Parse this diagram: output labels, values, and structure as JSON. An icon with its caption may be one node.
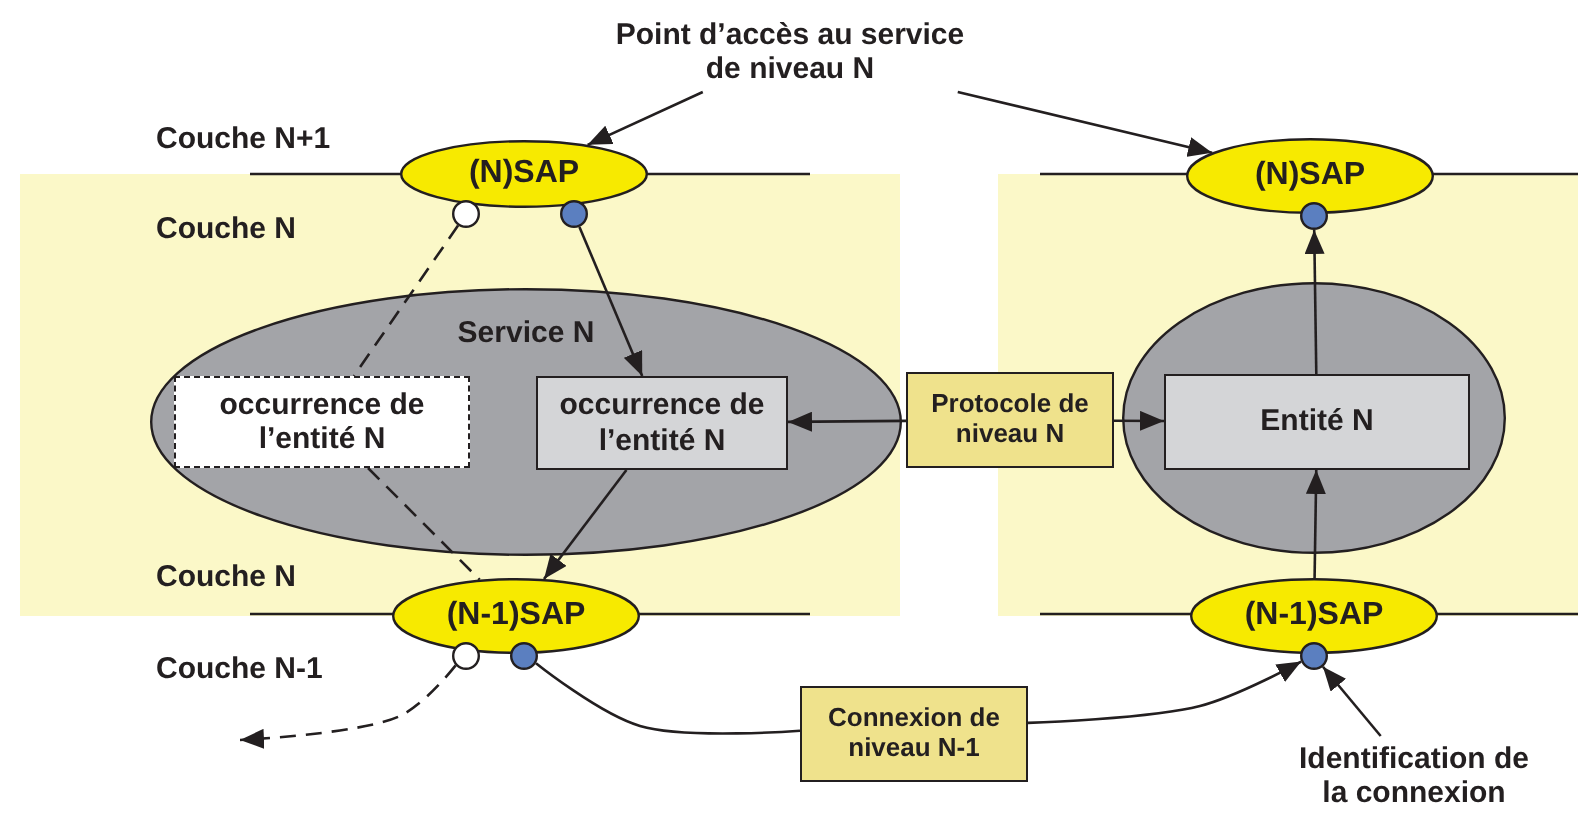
{
  "diagram": {
    "nodes": [
      {
        "text": [
          "Point d’accès au service de niveau N"
        ]
      },
      {
        "text": [
          "(N)SAP"
        ]
      },
      {
        "text": [
          "(N)SAP"
        ]
      },
      {
        "text": [],
        "shape": "circle"
      },
      {
        "text": [],
        "shape": "circle"
      },
      {
        "text": [],
        "shape": "circle"
      },
      {
        "text": [
          "Service N"
        ]
      },
      {
        "text": [
          "occurrence de l’entité N"
        ],
        "in": 6
      },
      {
        "text": [
          "occurrence de l’entité N"
        ],
        "in": 6
      },
      {
        "text": [
          "Protocole de niveau N"
        ]
      },
      {
        "text": [],
        "shape": "ellipse"
      },
      {
        "text": [
          "Entité N"
        ],
        "in": 10
      },
      {
        "text": [
          "(N-1)SAP"
        ]
      },
      {
        "text": [
          "(N-1)SAP"
        ]
      },
      {
        "text": [],
        "shape": "circle"
      },
      {
        "text": [],
        "shape": "circle"
      },
      {
        "text": [],
        "shape": "circle"
      },
      {
        "text": [
          "Connexion de niveau N-1"
        ]
      },
      {
        "text": [
          "Identification de la connexion"
        ]
      }
    ],
    "edges": [
      {
        "from": 0,
        "to": 1,
        "arrow": "to"
      },
      {
        "from": 0,
        "to": 2,
        "arrow": "to"
      },
      {
        "from": 4,
        "to": 8,
        "arrow": "to"
      },
      {
        "from": 3,
        "to": 7,
        "arrow": "none",
        "style": "dashed"
      },
      {
        "from": 7,
        "to": 12,
        "arrow": "none",
        "style": "dashed"
      },
      {
        "from": 14,
        "to": null,
        "arrow": "to",
        "style": "dashed"
      },
      {
        "from": 8,
        "to": 12,
        "arrow": "to"
      },
      {
        "from": 9,
        "to": 8,
        "arrow": "to"
      },
      {
        "from": 9,
        "to": 11,
        "arrow": "to"
      },
      {
        "from": 11,
        "to": 5,
        "arrow": "to"
      },
      {
        "from": 13,
        "to": 11,
        "arrow": "to"
      },
      {
        "from": 15,
        "to": 17,
        "arrow": "none"
      },
      {
        "from": 17,
        "to": 16,
        "arrow": "to"
      },
      {
        "from": 18,
        "to": 16,
        "arrow": "to"
      }
    ],
    "labels": [
      "Couche N+1",
      "Couche N",
      "Couche N",
      "Couche N-1"
    ]
  }
}
